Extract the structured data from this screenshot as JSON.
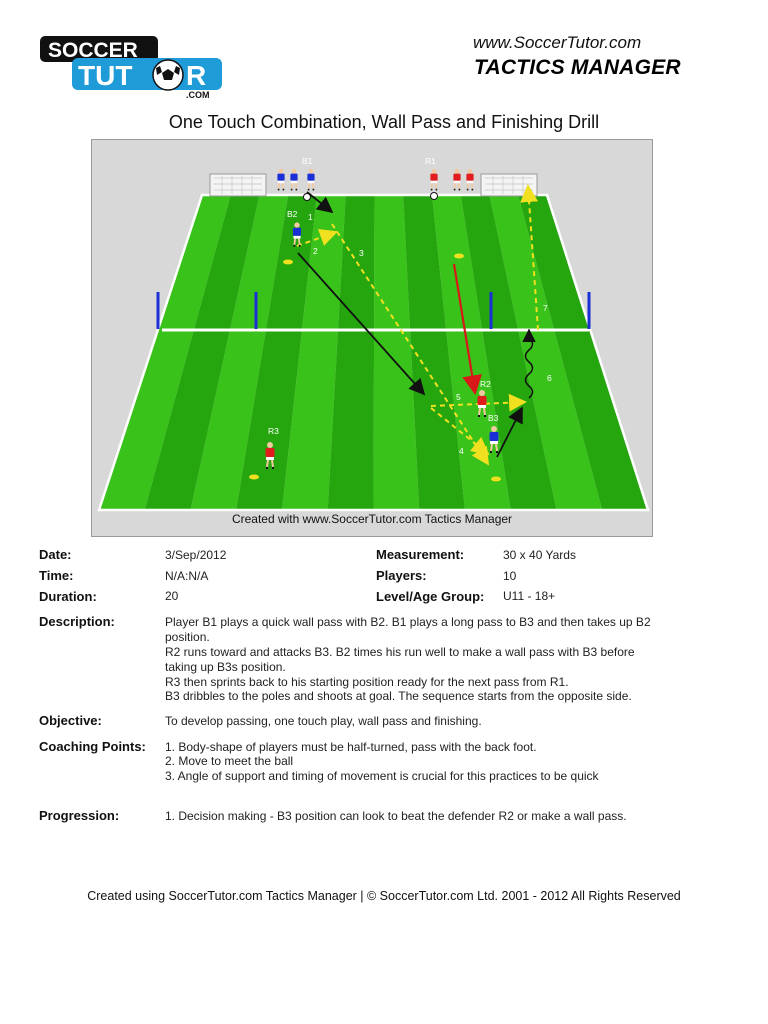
{
  "header": {
    "logo_word1": "SOCCER",
    "logo_word2": "TUT",
    "logo_word3": "R",
    "logo_suffix": ".COM",
    "site_url": "www.SoccerTutor.com",
    "product_name": "TACTICS MANAGER"
  },
  "title": "One Touch Combination, Wall Pass and Finishing Drill",
  "diagram": {
    "caption": "Created with www.SoccerTutor.com Tactics Manager",
    "player_labels": [
      "B1",
      "B2",
      "B3",
      "R1",
      "R2",
      "R3"
    ],
    "move_numbers": [
      "1",
      "2",
      "3",
      "4",
      "5",
      "6",
      "7"
    ],
    "colors": {
      "pitch_light": "#39c21a",
      "pitch_dark": "#25a60f",
      "blue_team": "#1a2fd6",
      "red_team": "#e01c1c",
      "pass_line": "#f0e020",
      "run_line": "#111111",
      "red_run": "#d81818"
    }
  },
  "details": {
    "date_label": "Date:",
    "date_value": "3/Sep/2012",
    "time_label": "Time:",
    "time_value": "N/A:N/A",
    "duration_label": "Duration:",
    "duration_value": "20",
    "measurement_label": "Measurement:",
    "measurement_value": "30 x 40 Yards",
    "players_label": "Players:",
    "players_value": "10",
    "level_label": "Level/Age Group:",
    "level_value": "U11 - 18+"
  },
  "description": {
    "label": "Description:",
    "lines": [
      "Player B1 plays a quick wall pass with B2. B1 plays a long pass to B3 and then takes up B2",
      "position.",
      "R2 runs toward and attacks B3. B2 times his run well to make a wall pass with B3 before",
      "taking up B3s position.",
      "R3 then sprints back to his starting position ready for the next pass from R1.",
      "B3 dribbles to the poles and shoots at goal. The sequence starts from the opposite side."
    ]
  },
  "objective": {
    "label": "Objective:",
    "text": "To develop passing, one touch play, wall pass and finishing."
  },
  "coaching": {
    "label": "Coaching Points:",
    "lines": [
      "1. Body-shape of players must be half-turned, pass with the back foot.",
      "2. Move to meet the ball",
      "3. Angle of support and timing of movement is crucial for this practices to be quick"
    ]
  },
  "progression": {
    "label": "Progression:",
    "text": "1. Decision making - B3 position can look to beat the defender R2 or make a wall pass."
  },
  "footer": {
    "text": "Created using SoccerTutor.com Tactics Manager | © SoccerTutor.com Ltd. 2001 - 2012 All Rights Reserved"
  }
}
